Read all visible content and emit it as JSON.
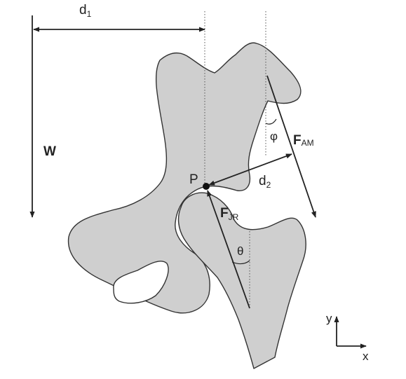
{
  "labels": {
    "d1_main": "d",
    "d1_sub": "1",
    "d2_main": "d",
    "d2_sub": "2",
    "w": "W",
    "p": "P",
    "f_am_main": "F",
    "f_am_sub": "AM",
    "f_jr_main": "F",
    "f_jr_sub": "JR",
    "phi": "φ",
    "theta": "θ",
    "axis_y": "y",
    "axis_x": "x"
  },
  "colors": {
    "bone_fill": "#cfcfcf",
    "outline": "#333333",
    "ink": "#222222"
  }
}
